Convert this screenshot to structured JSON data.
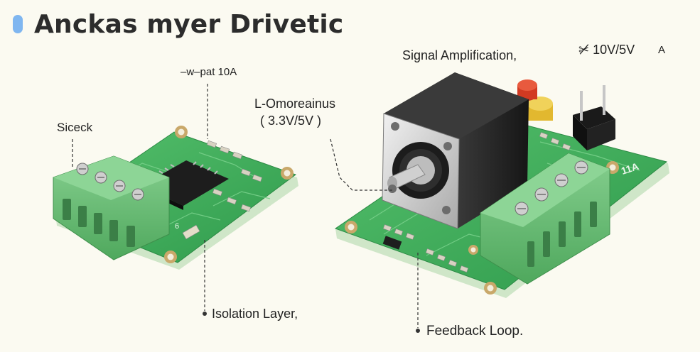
{
  "header": {
    "title": "Anckas myer Drivetic",
    "accent": "#7fb6f0"
  },
  "labels": {
    "siceck": "Siceck",
    "w_pat": "–w–pat 10A",
    "omoreainus": "L-Omoreainus",
    "voltage_range": "( 3.3V/5V )",
    "signal_amp": "Signal Amplification,",
    "voltage_top": "✂̸ 10V/5V",
    "letter_a": "A",
    "isolation": "Isolation Layer,",
    "feedback": "Feedback Loop.",
    "board_11a": "11A",
    "marking_6": "6"
  },
  "colors": {
    "pcb": "#3fae5b",
    "pcb_edge": "#2f8a47",
    "terminal": "#6fc07a",
    "motor_body": "#262626",
    "motor_face": "#dcdcdc",
    "pad": "#c9a86a"
  }
}
